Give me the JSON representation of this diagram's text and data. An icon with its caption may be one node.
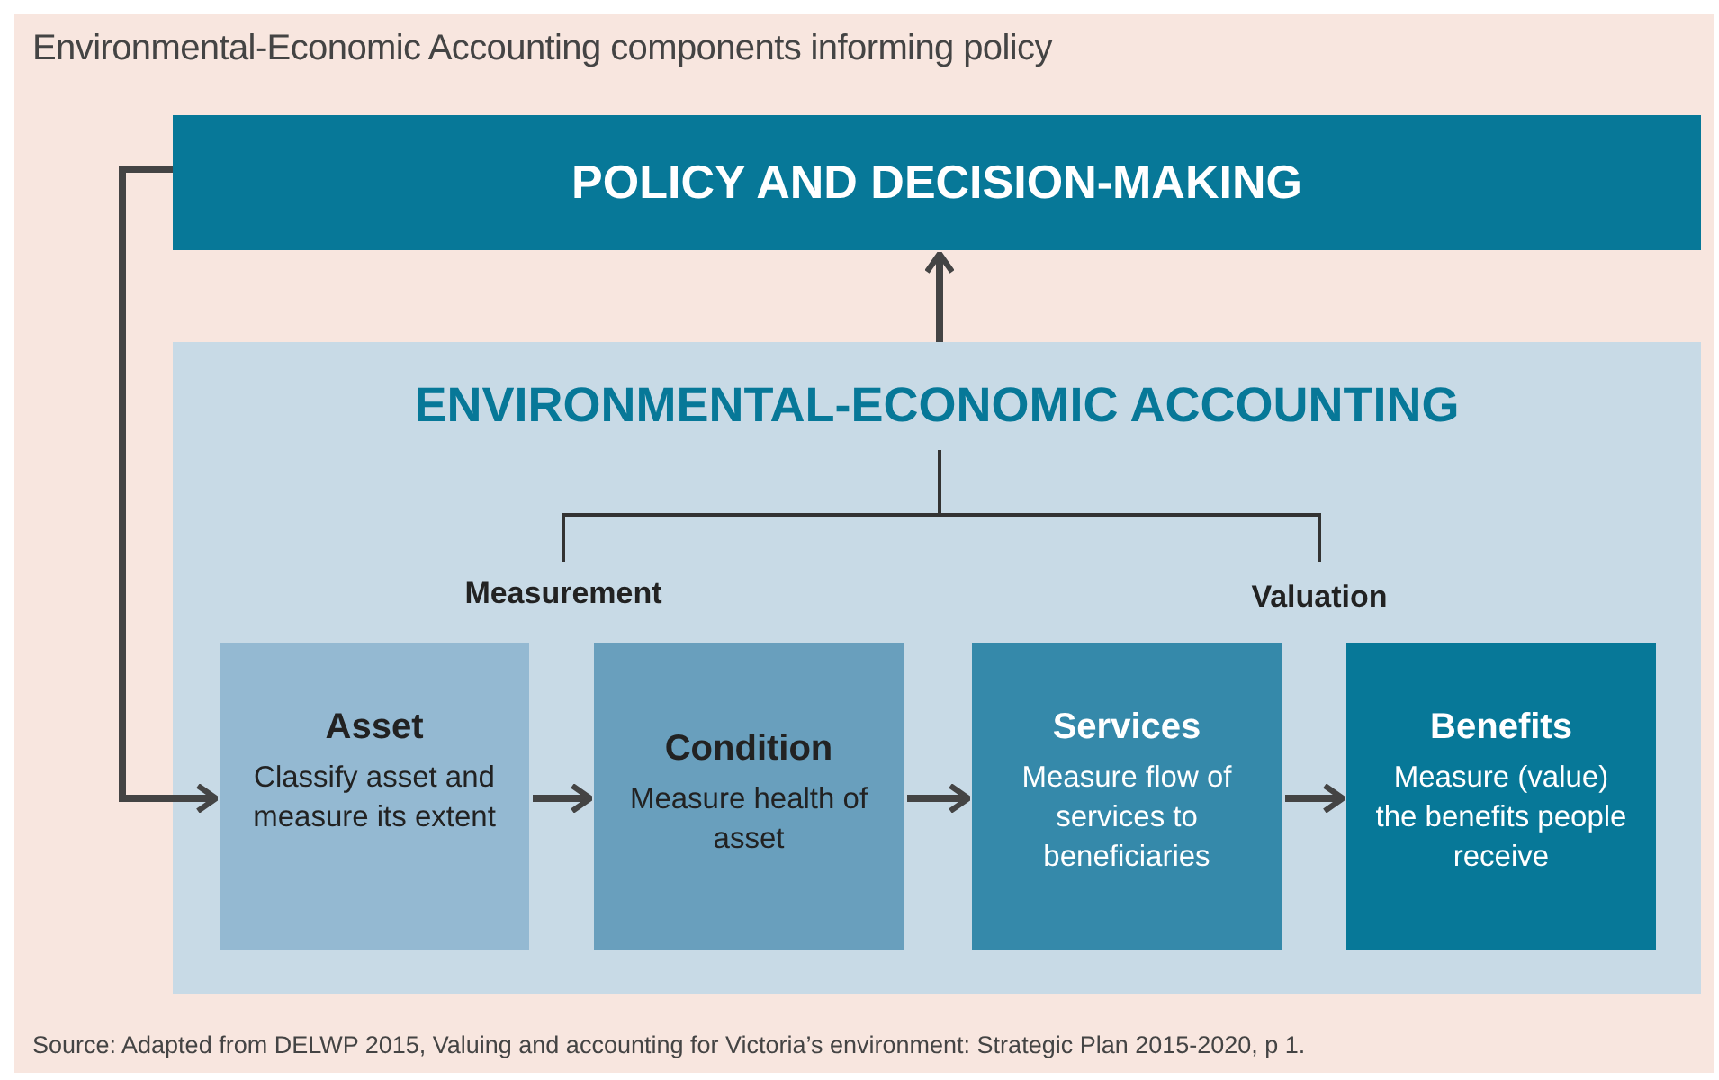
{
  "diagram": {
    "title": "Environmental-Economic Accounting components informing policy",
    "caption": "Source: Adapted from DELWP 2015, Valuing and accounting for Victoria’s environment: Strategic Plan 2015-2020, p 1.",
    "nodes": [
      {
        "text": [
          "POLICY AND DECISION-MAKING"
        ]
      },
      {
        "text": [
          "ENVIRONMENTAL-ECONOMIC ACCOUNTING"
        ]
      },
      {
        "text": [
          "Asset",
          "Classify asset and measure its extent"
        ],
        "in": 1
      },
      {
        "text": [
          "Condition",
          "Measure health of asset"
        ],
        "in": 1
      },
      {
        "text": [
          "Services",
          "Measure flow of services to beneficiaries"
        ],
        "in": 1
      },
      {
        "text": [
          "Benefits",
          "Measure (value) the benefits people receive"
        ],
        "in": 1
      }
    ],
    "edges": [
      {
        "from": 1,
        "to": 0,
        "arrow": "to"
      },
      {
        "from": 0,
        "to": 2,
        "arrow": "to"
      },
      {
        "from": 2,
        "to": 3,
        "arrow": "to"
      },
      {
        "from": 3,
        "to": 4,
        "arrow": "to"
      },
      {
        "from": 4,
        "to": 5,
        "arrow": "to"
      }
    ],
    "labels": [
      "Measurement",
      "Valuation"
    ]
  }
}
